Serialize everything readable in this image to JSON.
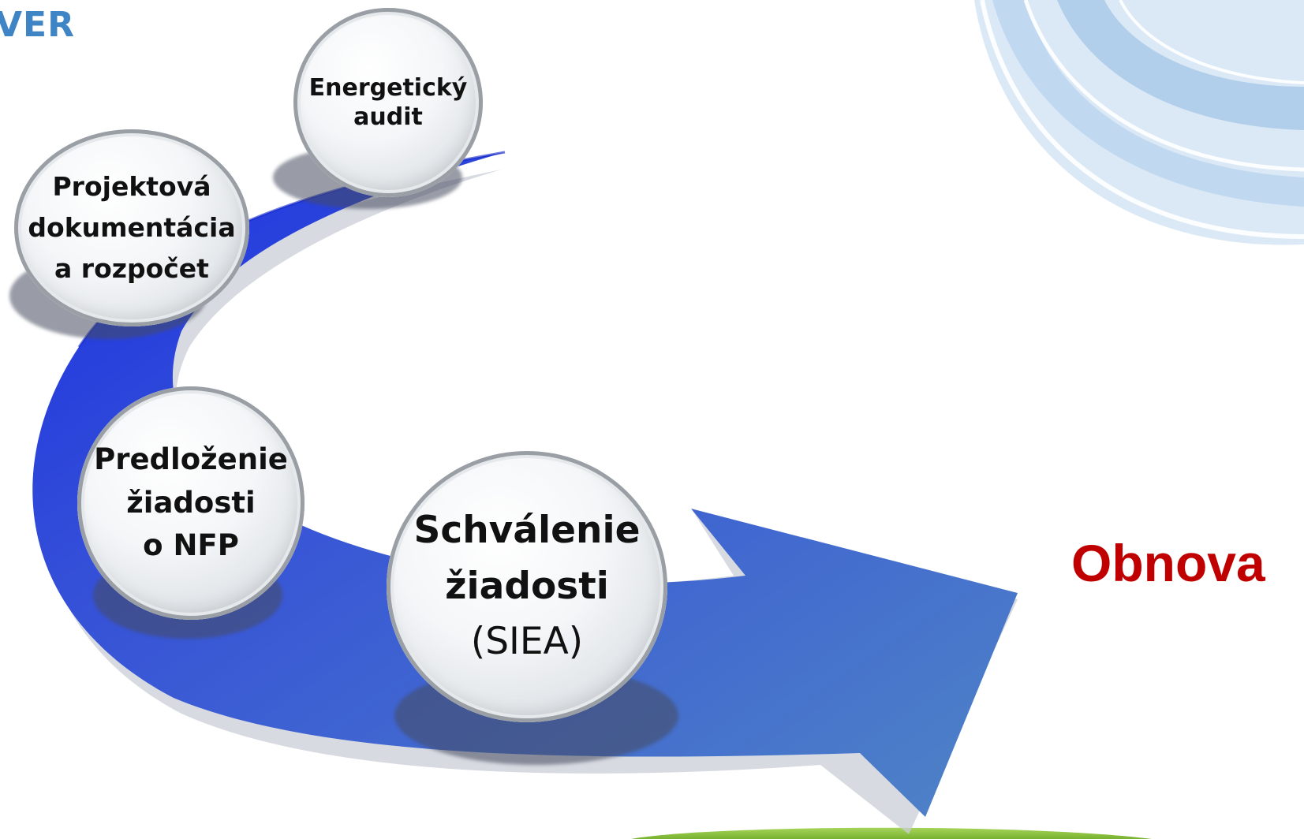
{
  "corner_title": "VER",
  "steps": [
    {
      "lines": [
        "Energetický",
        "audit"
      ]
    },
    {
      "lines": [
        "Projektová",
        "dokumentácia",
        "a rozpočet"
      ]
    },
    {
      "lines": [
        "Predloženie",
        "žiadosti",
        "o NFP"
      ]
    },
    {
      "lines": [
        "Schválenie",
        "žiadosti",
        "(SIEA)"
      ]
    }
  ],
  "target_label": "Obnova",
  "colors": {
    "arrow_start": "#1a2fe0",
    "arrow_end": "#4f84c6",
    "corner_title": "#3f84c5",
    "target_label": "#c00000",
    "ground_bar": "#8cc63f",
    "deco_swirl": "#c6dcef"
  }
}
